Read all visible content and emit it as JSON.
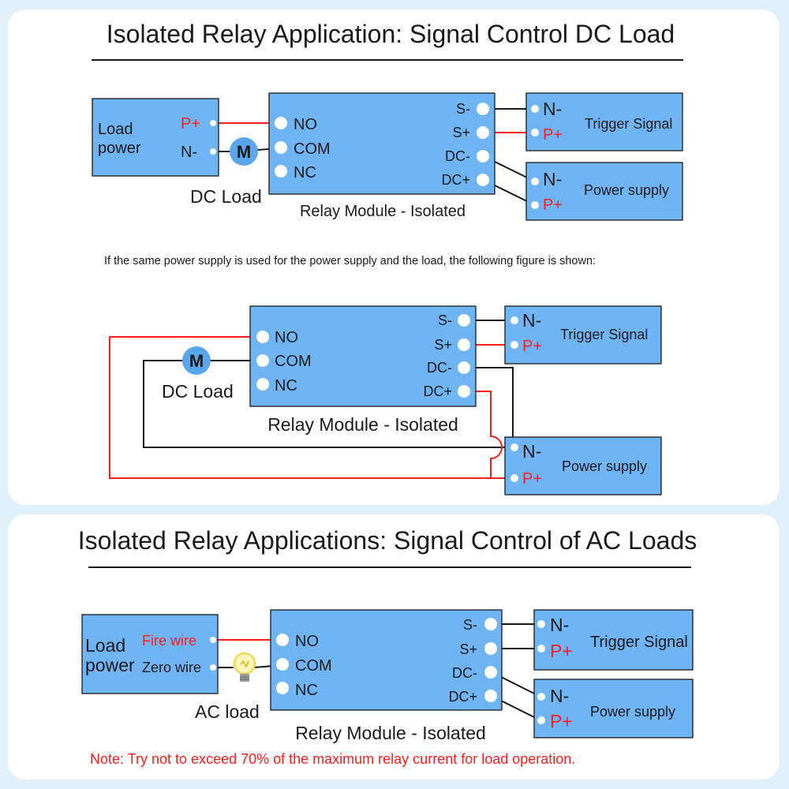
{
  "dc_section": {
    "title": "Isolated Relay Application: Signal Control DC Load",
    "fig1": {
      "load_power_label_1": "Load",
      "load_power_label_2": "power",
      "p_plus": "P+",
      "n_minus": "N-",
      "motor": "M",
      "dc_load": "DC Load",
      "relay_no": "NO",
      "relay_com": "COM",
      "relay_nc": "NC",
      "s_minus": "S-",
      "s_plus": "S+",
      "dc_minus": "DC-",
      "dc_plus": "DC+",
      "relay_caption": "Relay Module - Isolated",
      "trigger_n": "N-",
      "trigger_p": "P+",
      "trigger_label": "Trigger Signal",
      "supply_n": "N-",
      "supply_p": "P+",
      "supply_label": "Power supply"
    },
    "note": "If the same power supply is used for the power supply and the load, the following figure is shown:",
    "fig2": {
      "relay_no": "NO",
      "relay_com": "COM",
      "relay_nc": "NC",
      "s_minus": "S-",
      "s_plus": "S+",
      "dc_minus": "DC-",
      "dc_plus": "DC+",
      "motor": "M",
      "dc_load": "DC Load",
      "relay_caption": "Relay Module - Isolated",
      "trigger_n": "N-",
      "trigger_p": "P+",
      "trigger_label": "Trigger Signal",
      "supply_n": "N-",
      "supply_p": "P+",
      "supply_label": "Power supply"
    }
  },
  "ac_section": {
    "title": "Isolated Relay Applications: Signal Control of AC Loads",
    "load_power_label_1": "Load",
    "load_power_label_2": "power",
    "fire_wire": "Fire wire",
    "zero_wire": "Zero wire",
    "ac_load": "AC load",
    "relay_no": "NO",
    "relay_com": "COM",
    "relay_nc": "NC",
    "s_minus": "S-",
    "s_plus": "S+",
    "dc_minus": "DC-",
    "dc_plus": "DC+",
    "relay_caption": "Relay Module - Isolated",
    "trigger_n": "N-",
    "trigger_p": "P+",
    "trigger_label": "Trigger Signal",
    "supply_n": "N-",
    "supply_p": "P+",
    "supply_label": "Power supply",
    "warning": "Note: Try not to exceed 70% of the maximum relay current for load operation."
  },
  "colors": {
    "module_blue": "#6fb4f5",
    "motor_blue": "#5aa6ec",
    "wire_red": "#ff1d1d",
    "background": "#dff0fc"
  }
}
